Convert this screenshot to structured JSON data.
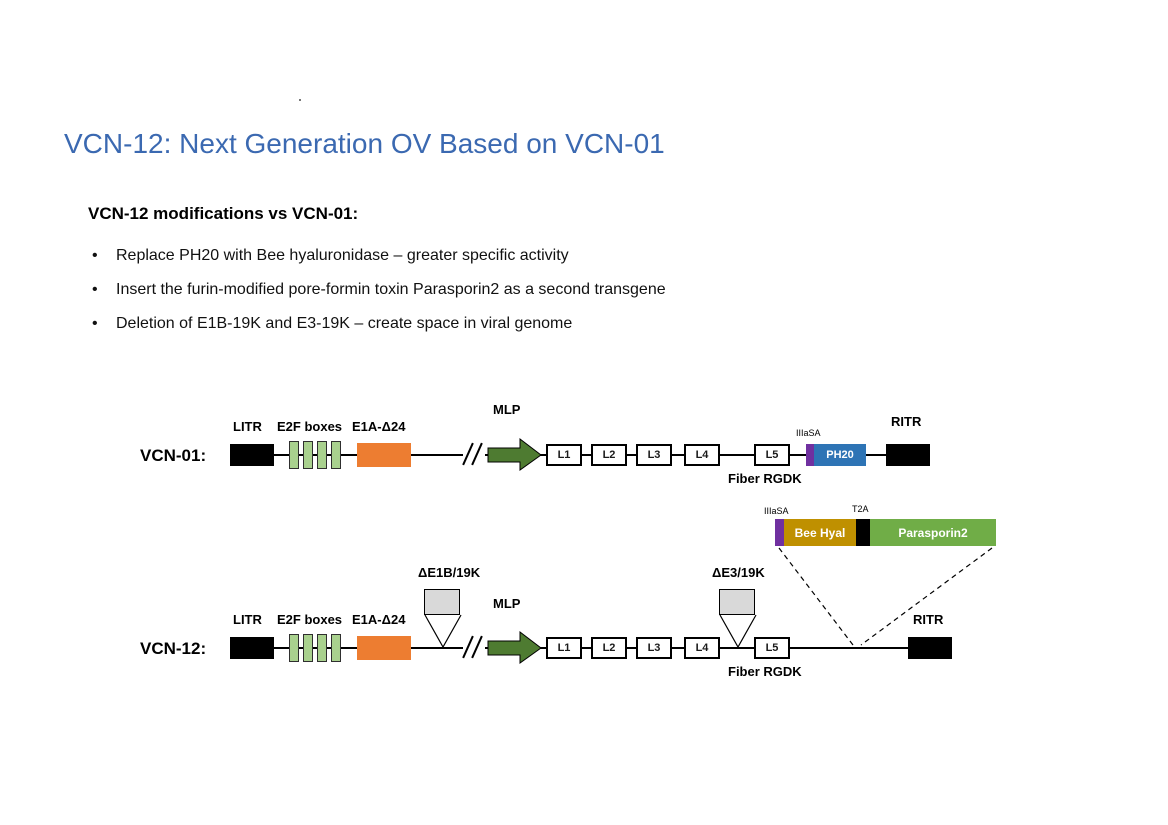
{
  "slide": {
    "title": "VCN-12: Next Generation OV Based on VCN-01",
    "subtitle": "VCN-12 modifications vs VCN-01:",
    "bullets": [
      "Replace PH20 with Bee hyaluronidase – greater specific activity",
      "Insert the furin-modified pore-formin toxin Parasporin2 as a second transgene",
      "Deletion of E1B-19K and E3-19K – create space in viral genome"
    ]
  },
  "vcn01": {
    "row_label": "VCN-01:",
    "litr_label": "LITR",
    "e2f_label": "E2F boxes",
    "e1a_label": "E1A-Δ24",
    "mlp_label": "MLP",
    "iiiasa_label": "IIIaSA",
    "ph20_label": "PH20",
    "ritr_label": "RITR",
    "fiber_label": "Fiber RGDK",
    "segments": [
      "L1",
      "L2",
      "L3",
      "L4",
      "L5"
    ]
  },
  "cassette": {
    "iiiasa_label": "IIIaSA",
    "t2a_label": "T2A",
    "bee_hyal_label": "Bee Hyal",
    "parasporin_label": "Parasporin2"
  },
  "vcn12": {
    "row_label": "VCN-12:",
    "litr_label": "LITR",
    "e2f_label": "E2F boxes",
    "e1a_label": "E1A-Δ24",
    "delta_e1b_label": "ΔE1B/19K",
    "mlp_label": "MLP",
    "delta_e3_label": "ΔE3/19K",
    "ritr_label": "RITR",
    "fiber_label": "Fiber RGDK",
    "segments": [
      "L1",
      "L2",
      "L3",
      "L4",
      "L5"
    ]
  },
  "colors": {
    "title_blue": "#3b69b1",
    "e2f_green": "#a9d18e",
    "e1a_orange": "#ed7d31",
    "mlp_arrow_green": "#4e7b31",
    "ph20_blue": "#2e74b5",
    "splice_purple": "#7030a0",
    "bee_hyal_gold": "#bf9000",
    "parasporin_green": "#70ad47",
    "deletion_gray": "#d9d9d9"
  }
}
